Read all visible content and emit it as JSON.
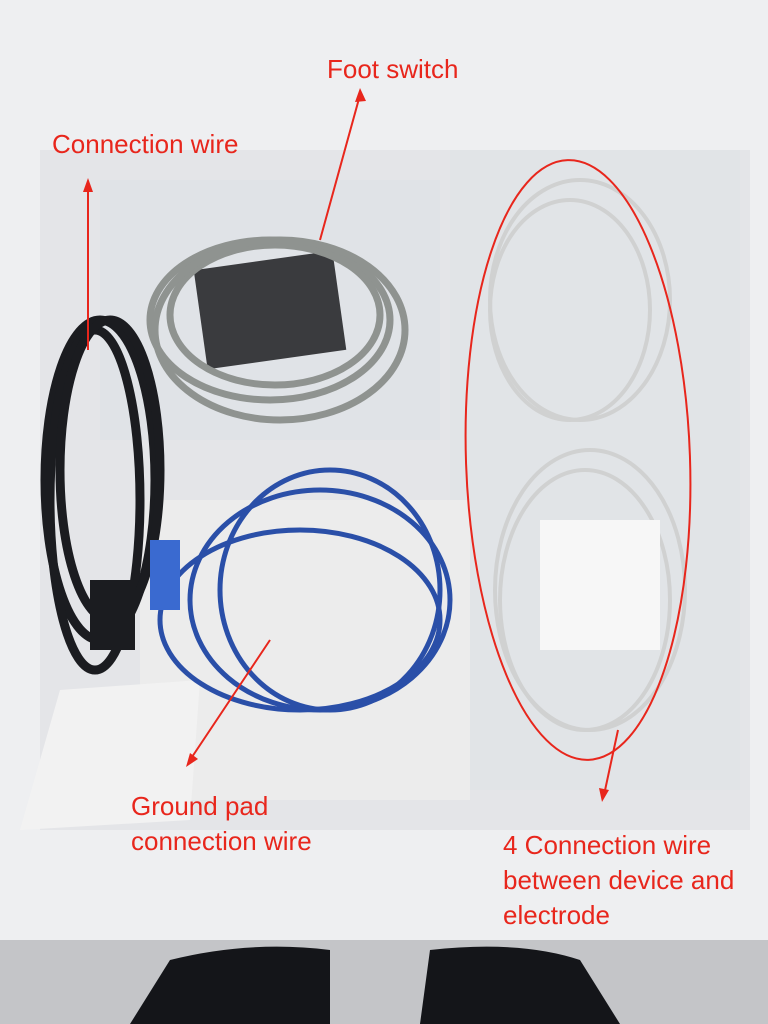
{
  "annotations": {
    "foot_switch": "Foot switch",
    "connection_wire": "Connection wire",
    "ground_pad_line1": "Ground pad",
    "ground_pad_line2": "connection wire",
    "four_wire_line1": "4 Connection wire",
    "four_wire_line2": "between device and",
    "four_wire_line3": "electrode"
  },
  "colors": {
    "annotation": "#e8261c",
    "foam": "#eeeff1",
    "gray_cable": "#8f9390",
    "blue_cable": "#2a4fa8",
    "black_cable": "#1b1c20",
    "white_cable": "#d8d9d8"
  }
}
